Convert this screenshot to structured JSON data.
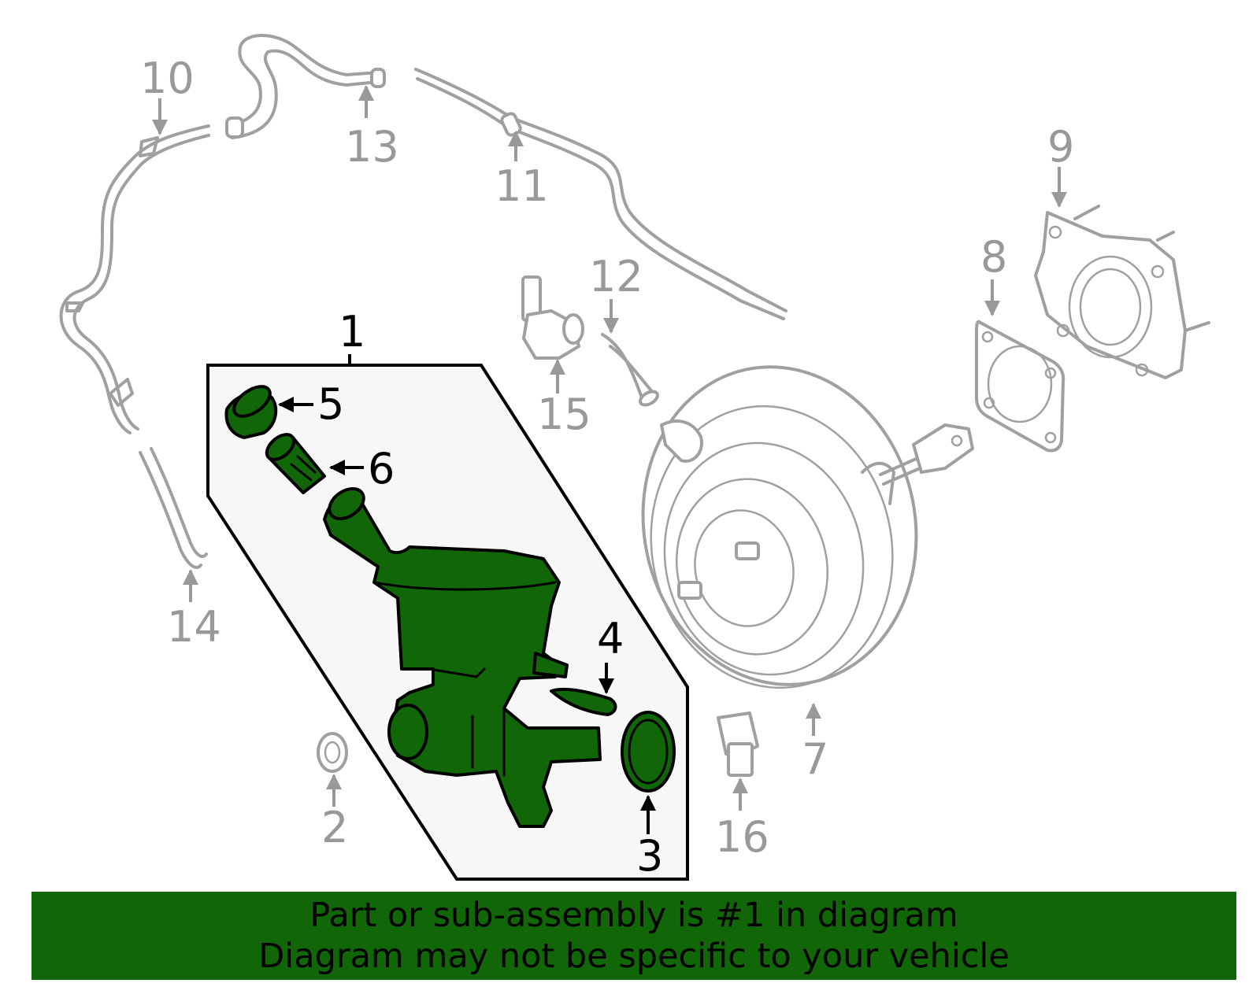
{
  "colors": {
    "highlight": "#116608",
    "outline": "#000000",
    "muted": "#a0a0a0",
    "panel": "#f7f7f7"
  },
  "callouts": {
    "c1": "1",
    "c2": "2",
    "c3": "3",
    "c4": "4",
    "c5": "5",
    "c6": "6",
    "c7": "7",
    "c8": "8",
    "c9": "9",
    "c10": "10",
    "c11": "11",
    "c12": "12",
    "c13": "13",
    "c14": "14",
    "c15": "15",
    "c16": "16"
  },
  "banner": {
    "line1": "Part or sub-assembly is #1 in diagram",
    "line2": "Diagram may not be specific to your vehicle"
  }
}
